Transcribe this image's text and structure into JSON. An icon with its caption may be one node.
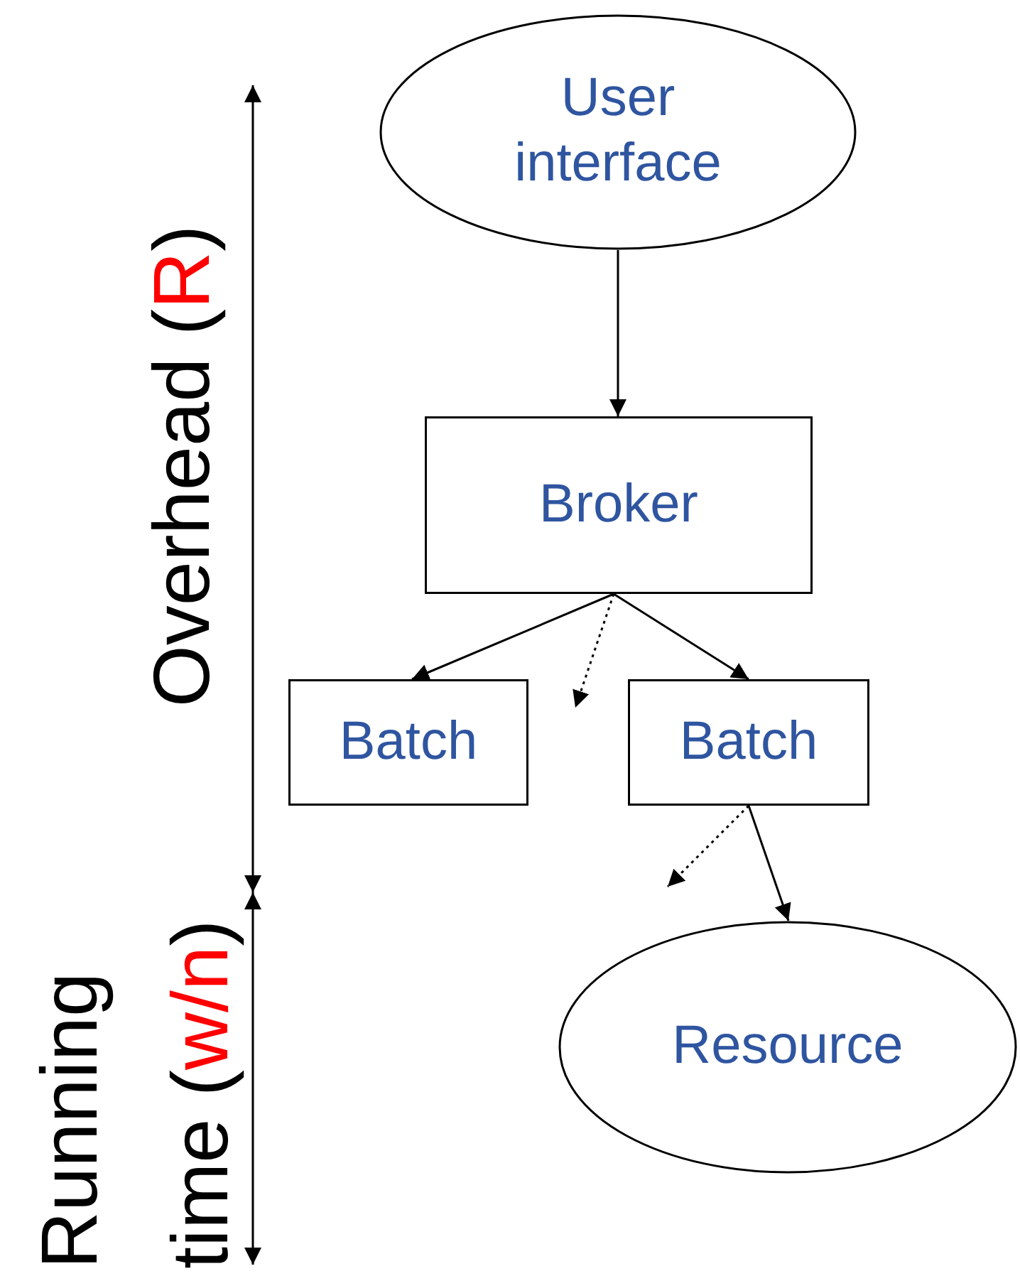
{
  "diagram": {
    "nodes": [
      {
        "text": [
          "User interface"
        ]
      },
      {
        "text": [
          "Broker"
        ]
      },
      {
        "text": [
          "Batch"
        ]
      },
      {
        "text": [
          "Batch"
        ]
      },
      {
        "text": [
          "Resource"
        ]
      }
    ],
    "edges": [
      {
        "from": 0,
        "to": 1,
        "arrow": "to"
      },
      {
        "from": 1,
        "to": 2,
        "arrow": "to"
      },
      {
        "from": 1,
        "to": null,
        "arrow": "to",
        "style": "dashed"
      },
      {
        "from": 1,
        "to": 3,
        "arrow": "to"
      },
      {
        "from": 3,
        "to": null,
        "arrow": "to",
        "style": "dashed"
      },
      {
        "from": 3,
        "to": 4,
        "arrow": "to"
      }
    ],
    "labels": [
      "Overhead (**R**)",
      "Running time (**w/n**)"
    ]
  }
}
